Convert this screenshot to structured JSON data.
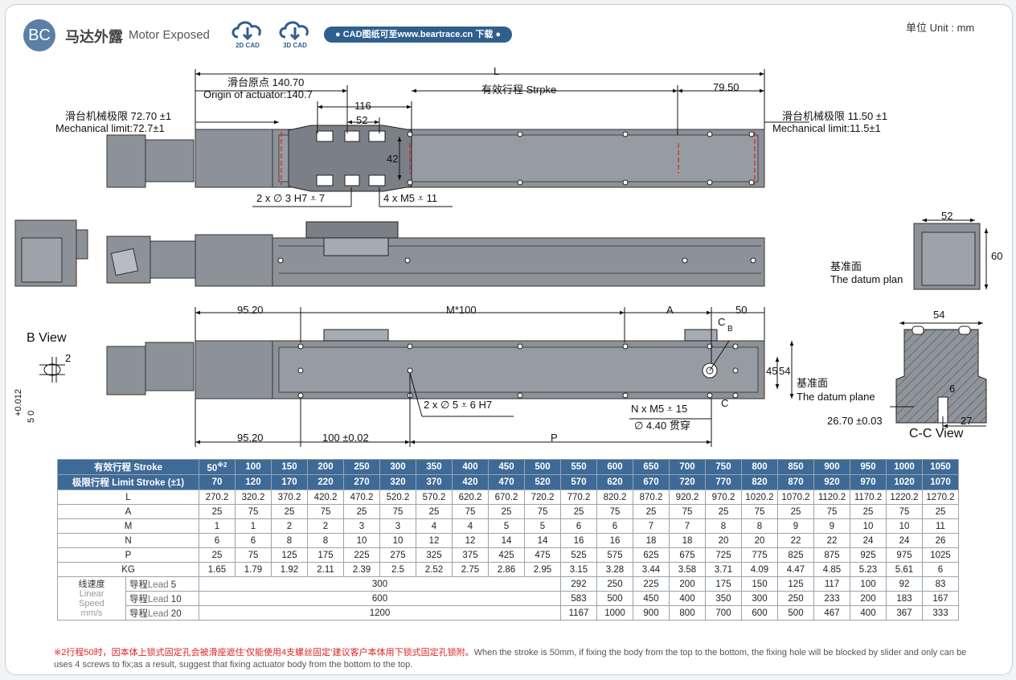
{
  "header": {
    "badge": "BC",
    "title_cn": "马达外露",
    "title_en": "Motor Exposed",
    "cad_2d": "2D CAD",
    "cad_3d": "3D CAD",
    "download": "● CAD图纸可至www.beartrace.cn 下载 ●",
    "unit": "单位 Unit : mm"
  },
  "drawing": {
    "L": "L",
    "origin_cn": "滑台原点 140.70",
    "origin_en": "Origin of actuator:140.7",
    "stroke_cn": "有效行程 Strpke",
    "d_7950": "79.50",
    "d_116": "116",
    "d_52a": "52",
    "d_42": "42",
    "mech_left_cn": "滑台机械极限 72.70 ±1",
    "mech_left_en": "Mechanical limit:72.7±1",
    "mech_right_cn": "滑台机械极限 11.50 ±1",
    "mech_right_en": "Mechanical limit:11.5±1",
    "hole1": "2 x ∅ 3 H7 ⩡ 7",
    "hole2": "4 x M5 ⩡ 11",
    "d_52b": "52",
    "d_60": "60",
    "datum_cn": "基准面",
    "datum_en": "The datum plan",
    "d_9520a": "95.20",
    "m100": "M*100",
    "a_lbl": "A",
    "d_50": "50",
    "c_lbl": "C",
    "b_lbl": "B",
    "b_view": "B View",
    "b_2": "2",
    "b_tol": "+0.012",
    "b_5": "5  0",
    "hole3": "2 x ∅ 5 ⩡ 6 H7",
    "hole4a": "N x M5 ⩡ 15",
    "hole4b": "∅ 4.40 贯穿",
    "c_lbl2": "C",
    "d_45": "45",
    "d_54a": "54",
    "d_9520b": "95.20",
    "d_100": "100 ±0.02",
    "p_lbl": "P",
    "d_54b": "54",
    "datum2_cn": "基准面",
    "datum2_en": "The datum plane",
    "d_6": "6",
    "d_2670": "26.70 ±0.03",
    "d_27": "27",
    "cc_view": "C-C View"
  },
  "table": {
    "stroke_label": "有效行程  Stroke",
    "strokes": [
      "50",
      "100",
      "150",
      "200",
      "250",
      "300",
      "350",
      "400",
      "450",
      "500",
      "550",
      "600",
      "650",
      "700",
      "750",
      "800",
      "850",
      "900",
      "950",
      "1000",
      "1050"
    ],
    "stroke_sup": "※2",
    "limit_label": "极限行程  Limit Stroke (±1)",
    "limits": [
      "70",
      "120",
      "170",
      "220",
      "270",
      "320",
      "370",
      "420",
      "470",
      "520",
      "570",
      "620",
      "670",
      "720",
      "770",
      "820",
      "870",
      "920",
      "970",
      "1020",
      "1070"
    ],
    "rows": [
      {
        "label": "L",
        "values": [
          "270.2",
          "320.2",
          "370.2",
          "420.2",
          "470.2",
          "520.2",
          "570.2",
          "620.2",
          "670.2",
          "720.2",
          "770.2",
          "820.2",
          "870.2",
          "920.2",
          "970.2",
          "1020.2",
          "1070.2",
          "1120.2",
          "1170.2",
          "1220.2",
          "1270.2"
        ]
      },
      {
        "label": "A",
        "values": [
          "25",
          "75",
          "25",
          "75",
          "25",
          "75",
          "25",
          "75",
          "25",
          "75",
          "25",
          "75",
          "25",
          "75",
          "25",
          "75",
          "25",
          "75",
          "25",
          "75",
          "25"
        ]
      },
      {
        "label": "M",
        "values": [
          "1",
          "1",
          "2",
          "2",
          "3",
          "3",
          "4",
          "4",
          "5",
          "5",
          "6",
          "6",
          "7",
          "7",
          "8",
          "8",
          "9",
          "9",
          "10",
          "10",
          "11"
        ]
      },
      {
        "label": "N",
        "values": [
          "6",
          "6",
          "8",
          "8",
          "10",
          "10",
          "12",
          "12",
          "14",
          "14",
          "16",
          "16",
          "18",
          "18",
          "20",
          "20",
          "22",
          "22",
          "24",
          "24",
          "26"
        ]
      },
      {
        "label": "P",
        "values": [
          "25",
          "75",
          "125",
          "175",
          "225",
          "275",
          "325",
          "375",
          "425",
          "475",
          "525",
          "575",
          "625",
          "675",
          "725",
          "775",
          "825",
          "875",
          "925",
          "975",
          "1025"
        ]
      },
      {
        "label": "KG",
        "values": [
          "1.65",
          "1.79",
          "1.92",
          "2.11",
          "2.39",
          "2.5",
          "2.52",
          "2.75",
          "2.86",
          "2.95",
          "3.15",
          "3.28",
          "3.44",
          "3.58",
          "3.71",
          "4.09",
          "4.47",
          "4.85",
          "5.23",
          "5.61",
          "6"
        ]
      }
    ],
    "speed_label_cn": "线速度",
    "speed_label_en": "Linear Speed mm/s",
    "speeds": [
      {
        "cn": "导程",
        "en": "Lead",
        "lead": "5",
        "merged": "300",
        "values": [
          "292",
          "250",
          "225",
          "200",
          "175",
          "150",
          "125",
          "117",
          "100",
          "92",
          "83"
        ]
      },
      {
        "cn": "导程",
        "en": "Lead",
        "lead": "10",
        "merged": "600",
        "values": [
          "583",
          "500",
          "450",
          "400",
          "350",
          "300",
          "250",
          "233",
          "200",
          "183",
          "167"
        ]
      },
      {
        "cn": "导程",
        "en": "Lead",
        "lead": "20",
        "merged": "1200",
        "values": [
          "1167",
          "1000",
          "900",
          "800",
          "700",
          "600",
          "500",
          "467",
          "400",
          "367",
          "333"
        ]
      }
    ]
  },
  "note": {
    "red": "※2行程50时，因本体上锁式固定孔会被滑座遮住’仅能使用4支螺丝固定’建议客户本体用下锁式固定孔锁附。",
    "gray": "When the stroke is 50mm, if fixing the body from the top to the bottom, the fixing hole will be blocked by slider and only can be uses 4 screws to fix;as a result, suggest that fixing actuator body from the bottom to the top."
  },
  "colors": {
    "header_blue": "#3e6a97",
    "badge_blue": "#5b7fa6",
    "body_gray": "#8a8f96",
    "dim_red": "#d22222"
  }
}
